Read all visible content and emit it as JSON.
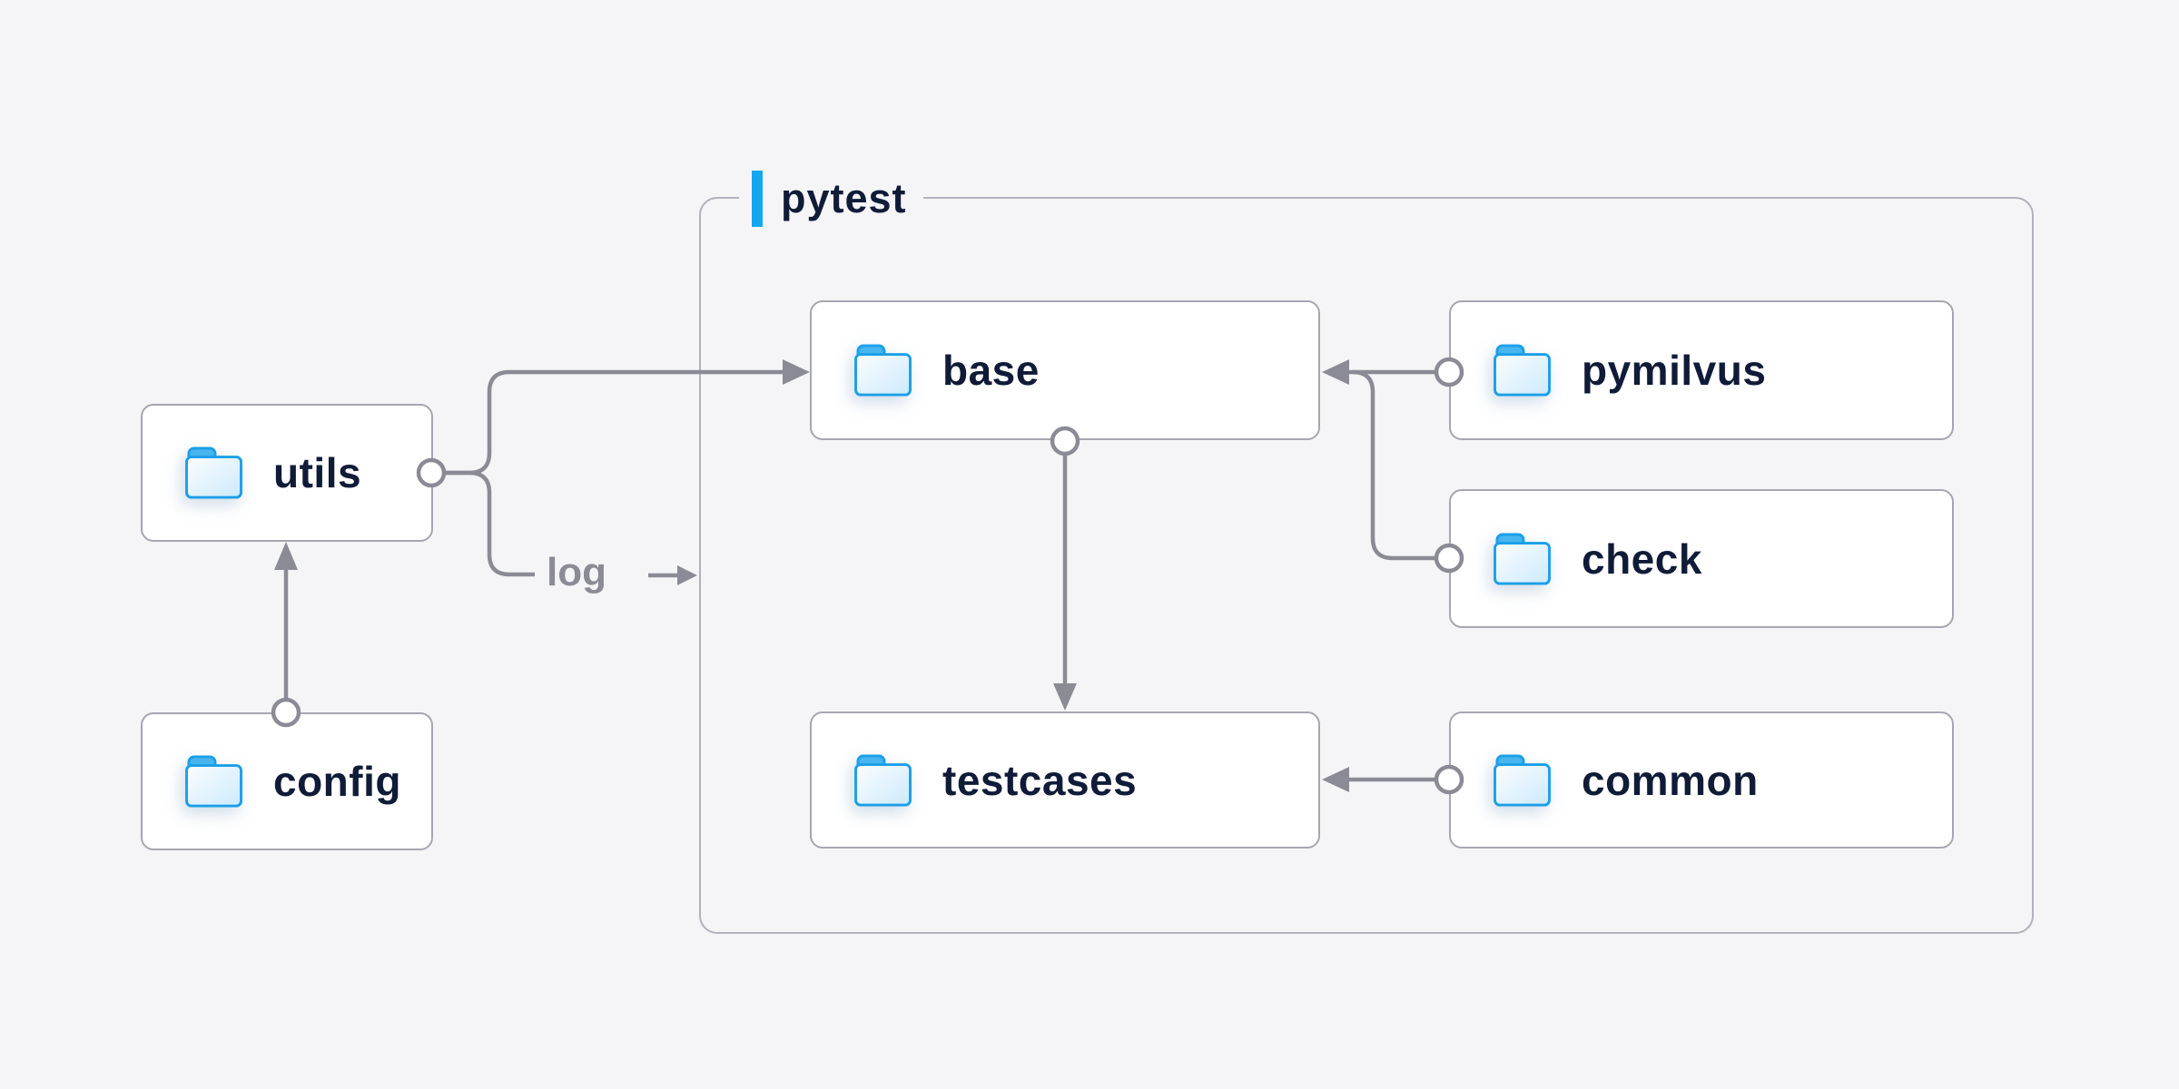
{
  "canvas": {
    "background": "#f5f5f7"
  },
  "colors": {
    "accent_blue": "#14a7f0",
    "folder_stroke_blue": "#1b9fe8",
    "folder_fill_light": "#cdeafc",
    "node_border": "#a6a6b1",
    "container_border": "#b2b2bd",
    "connector_gray": "#8b8b95",
    "text_navy": "#101b38",
    "node_background": "#ffffff"
  },
  "container": {
    "label": "pytest"
  },
  "nodes": {
    "utils": {
      "label": "utils"
    },
    "config": {
      "label": "config"
    },
    "base": {
      "label": "base"
    },
    "pymilvus": {
      "label": "pymilvus"
    },
    "check": {
      "label": "check"
    },
    "testcases": {
      "label": "testcases"
    },
    "common": {
      "label": "common"
    }
  },
  "edges": [
    {
      "from": "config",
      "to": "utils",
      "style": "arrow"
    },
    {
      "from": "utils",
      "to": "base",
      "style": "arrow"
    },
    {
      "from": "utils",
      "to": "pytest-container",
      "style": "arrow",
      "label": "log"
    },
    {
      "from": "base",
      "to": "testcases",
      "style": "arrow"
    },
    {
      "from": "pymilvus",
      "to": "base",
      "style": "arrow"
    },
    {
      "from": "check",
      "to": "base",
      "style": "arrow"
    },
    {
      "from": "common",
      "to": "testcases",
      "style": "arrow"
    }
  ]
}
